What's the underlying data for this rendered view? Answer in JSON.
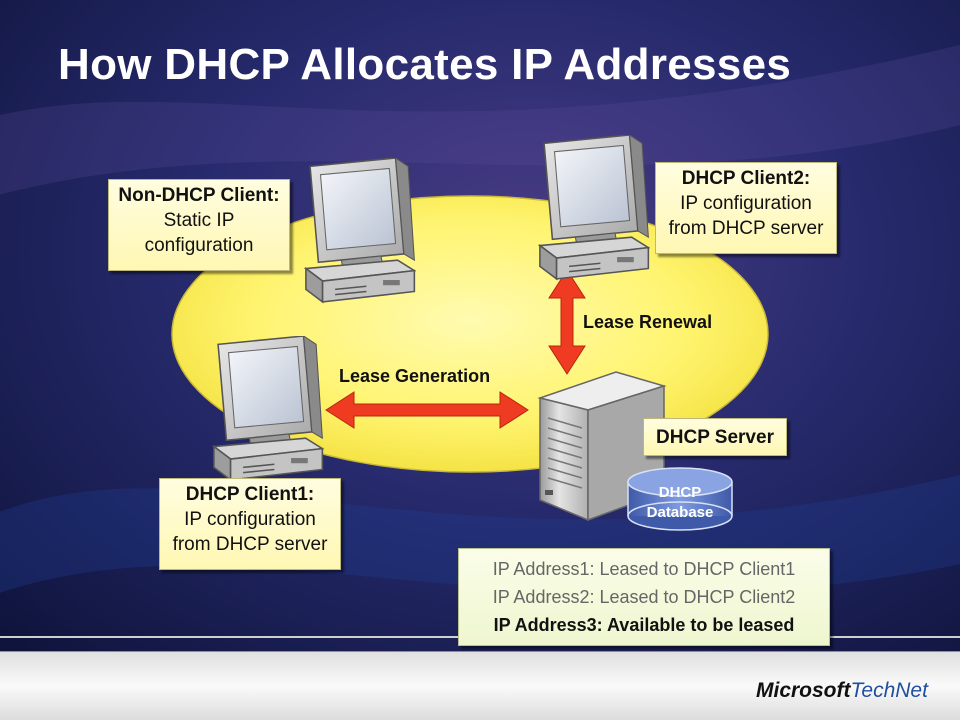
{
  "title": "How DHCP Allocates IP Addresses",
  "nodes": {
    "non_dhcp_client": {
      "heading": "Non-DHCP Client:",
      "line1": "Static IP",
      "line2": "configuration"
    },
    "client2": {
      "heading": "DHCP Client2:",
      "line1": "IP configuration",
      "line2": "from DHCP server"
    },
    "client1": {
      "heading": "DHCP Client1:",
      "line1": "IP configuration",
      "line2": "from DHCP server"
    },
    "server": {
      "label": "DHCP Server"
    },
    "database": {
      "line1": "DHCP",
      "line2": "Database"
    }
  },
  "arrows": {
    "renewal": "Lease Renewal",
    "generation": "Lease Generation"
  },
  "lease_table": [
    {
      "text": "IP Address1: Leased to DHCP Client1",
      "status": "leased"
    },
    {
      "text": "IP Address2: Leased to DHCP Client2",
      "status": "leased"
    },
    {
      "text": "IP Address3: Available to be leased",
      "status": "available"
    }
  ],
  "footer": {
    "brand": "Microsoft",
    "product": "TechNet"
  },
  "colors": {
    "background": "#1a1f5c",
    "ellipse": "#fff568",
    "arrow": "#ee3b22",
    "callout": "#fffbc4",
    "database": "#5c79c7"
  }
}
